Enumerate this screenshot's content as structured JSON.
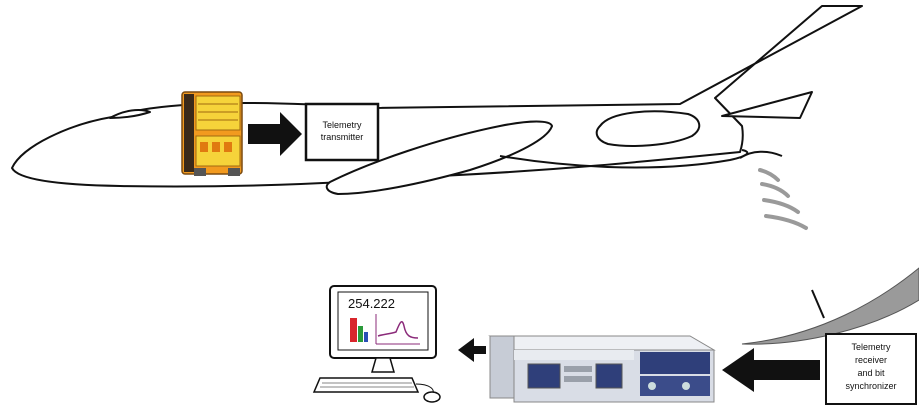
{
  "transmitter_label": [
    "Telemetry",
    "transmitter"
  ],
  "receiver_label": [
    "Telemetry",
    "receiver",
    "and bit",
    "synchronizer"
  ],
  "monitor_value": "254.222",
  "colors": {
    "outline": "#111111",
    "device_orange": "#f29a1f",
    "device_yellow": "#f6d33a",
    "bar_red": "#d8262c",
    "bar_green": "#2a9a3a",
    "bar_blue": "#2a4fb5",
    "plot_line": "#8b2b7a",
    "wave_gray": "#9a9a9a",
    "rack_body": "#d9dde6",
    "rack_panel": "#2f3f7a"
  }
}
